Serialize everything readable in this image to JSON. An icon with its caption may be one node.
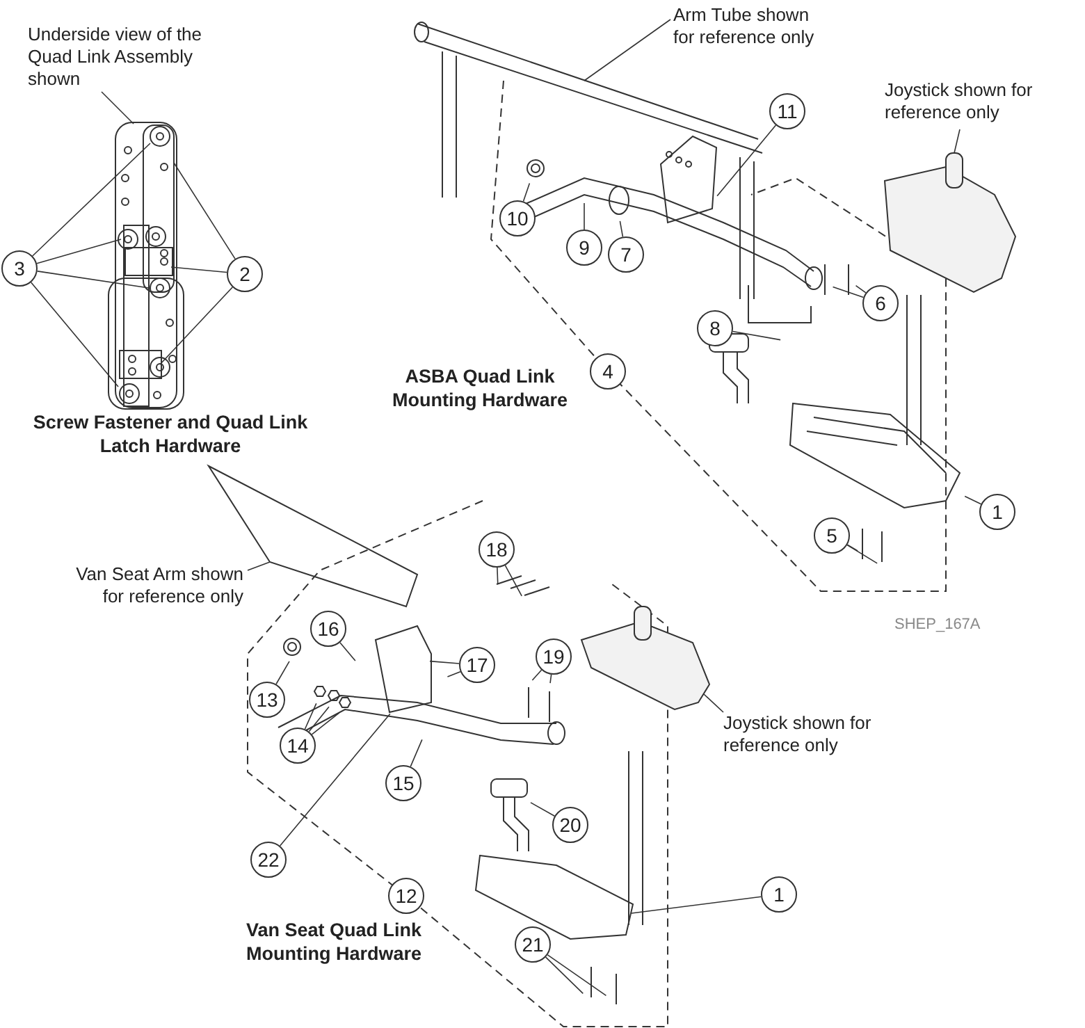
{
  "diagram": {
    "nodes": [
      {
        "text": [
          "Underside view of the Quad Link Assembly shown"
        ]
      },
      {
        "text": [
          "3"
        ]
      },
      {
        "text": [
          "2"
        ]
      },
      {
        "text": [
          "Arm Tube shown for reference only"
        ]
      },
      {
        "text": [
          "11"
        ]
      },
      {
        "text": [
          "Joystick shown for reference only"
        ]
      },
      {
        "text": [
          "10"
        ]
      },
      {
        "text": [
          "9"
        ]
      },
      {
        "text": [
          "7"
        ]
      },
      {
        "text": [
          "6"
        ]
      },
      {
        "text": [
          "8"
        ]
      },
      {
        "text": [
          "4"
        ]
      },
      {
        "text": [
          "1"
        ]
      },
      {
        "text": [
          "5"
        ]
      },
      {
        "text": [
          "Van Seat Arm shown for reference only"
        ]
      },
      {
        "text": [
          "18"
        ]
      },
      {
        "text": [
          "16"
        ]
      },
      {
        "text": [
          "17"
        ]
      },
      {
        "text": [
          "19"
        ]
      },
      {
        "text": [
          "13"
        ]
      },
      {
        "text": [
          "14"
        ]
      },
      {
        "text": [
          "15"
        ]
      },
      {
        "text": [
          "Joystick shown for reference only"
        ]
      },
      {
        "text": [
          "22"
        ]
      },
      {
        "text": [
          "20"
        ]
      },
      {
        "text": [
          "12"
        ]
      },
      {
        "text": [
          "1"
        ]
      },
      {
        "text": [
          "21"
        ]
      },
      {
        "text": [],
        "shape": "picture"
      },
      {
        "text": [],
        "shape": "picture"
      },
      {
        "text": [],
        "shape": "picture"
      },
      {
        "text": [],
        "shape": "picture"
      },
      {
        "text": [],
        "shape": "picture"
      }
    ],
    "edges": [
      {
        "from": 0,
        "to": 28,
        "arrow": "none"
      },
      {
        "from": 1,
        "to": 28,
        "arrow": "none"
      },
      {
        "from": 1,
        "to": 28,
        "arrow": "none"
      },
      {
        "from": 1,
        "to": 28,
        "arrow": "none"
      },
      {
        "from": 1,
        "to": 28,
        "arrow": "none"
      },
      {
        "from": 2,
        "to": 28,
        "arrow": "none"
      },
      {
        "from": 2,
        "to": 28,
        "arrow": "none"
      },
      {
        "from": 2,
        "to": 28,
        "arrow": "none"
      },
      {
        "from": 3,
        "to": 29,
        "arrow": "none"
      },
      {
        "from": 4,
        "to": null,
        "arrow": "none"
      },
      {
        "from": 5,
        "to": 30,
        "arrow": "none"
      },
      {
        "from": 6,
        "to": null,
        "arrow": "none"
      },
      {
        "from": 7,
        "to": null,
        "arrow": "none"
      },
      {
        "from": 8,
        "to": null,
        "arrow": "none"
      },
      {
        "from": 9,
        "to": null,
        "arrow": "none"
      },
      {
        "from": 9,
        "to": null,
        "arrow": "none"
      },
      {
        "from": 10,
        "to": null,
        "arrow": "none"
      },
      {
        "from": 12,
        "to": null,
        "arrow": "none"
      },
      {
        "from": 13,
        "to": null,
        "arrow": "none"
      },
      {
        "from": 13,
        "to": null,
        "arrow": "none"
      },
      {
        "from": 14,
        "to": 31,
        "arrow": "none"
      },
      {
        "from": 15,
        "to": null,
        "arrow": "none"
      },
      {
        "from": 15,
        "to": null,
        "arrow": "none"
      },
      {
        "from": 16,
        "to": null,
        "arrow": "none"
      },
      {
        "from": 17,
        "to": null,
        "arrow": "none"
      },
      {
        "from": 17,
        "to": null,
        "arrow": "none"
      },
      {
        "from": 18,
        "to": null,
        "arrow": "none"
      },
      {
        "from": 18,
        "to": null,
        "arrow": "none"
      },
      {
        "from": 19,
        "to": null,
        "arrow": "none"
      },
      {
        "from": 20,
        "to": null,
        "arrow": "none"
      },
      {
        "from": 20,
        "to": null,
        "arrow": "none"
      },
      {
        "from": 20,
        "to": null,
        "arrow": "none"
      },
      {
        "from": 21,
        "to": null,
        "arrow": "none"
      },
      {
        "from": 22,
        "to": 32,
        "arrow": "none"
      },
      {
        "from": 23,
        "to": null,
        "arrow": "none"
      },
      {
        "from": 24,
        "to": null,
        "arrow": "none"
      },
      {
        "from": 26,
        "to": null,
        "arrow": "none"
      },
      {
        "from": 27,
        "to": null,
        "arrow": "none"
      },
      {
        "from": 27,
        "to": null,
        "arrow": "none"
      }
    ],
    "labels": [
      "Screw Fastener and Quad Link Latch Hardware",
      "ASBA Quad Link Mounting Hardware",
      "SHEP_167A",
      "Van Seat Quad Link Mounting Hardware"
    ]
  }
}
